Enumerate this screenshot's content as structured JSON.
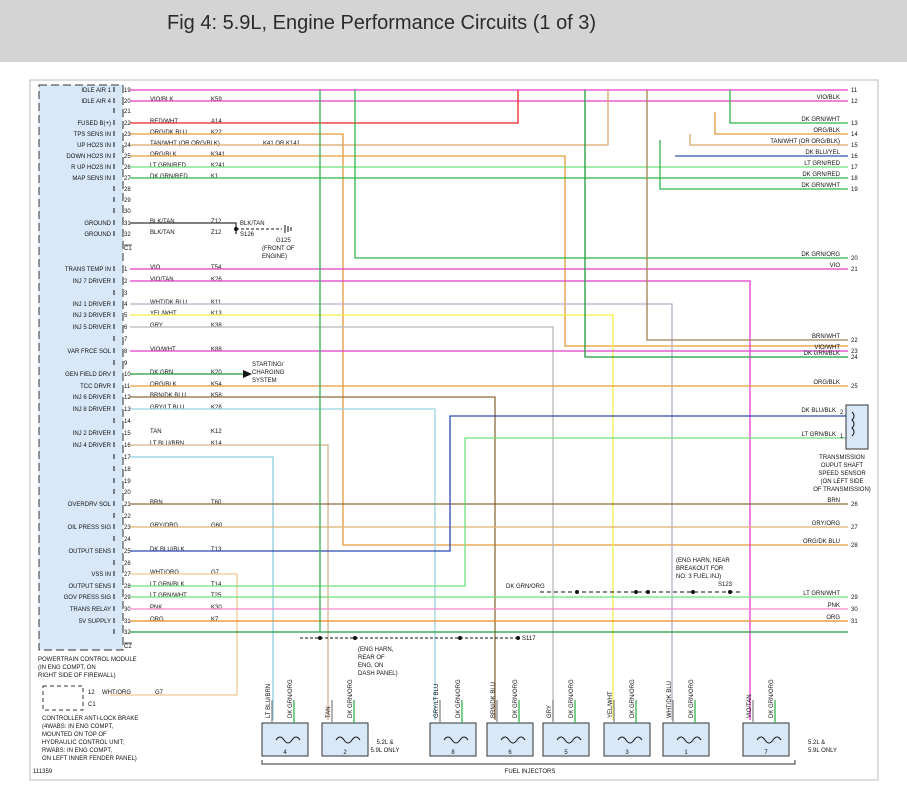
{
  "page_title": "Fig 4: 5.9L, Engine Performance Circuits (1 of 3)",
  "colors": {
    "VIO_BLK": "#e23cc8",
    "VIO": "#e23cc8",
    "RED_WHT": "#ee2222",
    "ORG_DK_BLU": "#e59a3a",
    "TAN_WHT": "#d9a66b",
    "ORG_BLK": "#e59a3a",
    "LT_GRN_RED": "#6fe07a",
    "DK_GRN_RED": "#2fb34a",
    "DK_GRN_WHT": "#2fb34a",
    "DK_GRN_ORG": "#2fb34a",
    "BLK_TAN": "#333333",
    "VIO_TAN": "#e23cc8",
    "WHT_DK_BLU": "#b0b0c8",
    "YEL_WHT": "#f2ee44",
    "GRY": "#b8b8b8",
    "VIO_WHT": "#e23cc8",
    "DK_GRN": "#1f9a3a",
    "BRN_DK_BLU": "#8b6a3a",
    "GRY_LT_BLU": "#9ad4e0",
    "TAN": "#d2b48c",
    "LT_BLU_BRN": "#8ccde0",
    "BRN": "#8b6a3a",
    "GRY_ORG": "#e0b070",
    "DK_BLU_BLK": "#2a4ab0",
    "WHT_ORG": "#f0c890",
    "LT_GRN_BLK": "#6fe07a",
    "LT_GRN_WHT": "#6fe07a",
    "PNK": "#ff88cc",
    "ORG": "#ee8a22",
    "LT_GRN": "#66d06a",
    "BRN_WHT": "#a08050",
    "DK_BLU_YEL": "#3355aa",
    "OUTLINE": "#444444",
    "BOX_FILL": "#d8e8f8"
  },
  "pcm": {
    "title_lines": [
      "POWERTRAIN CONTROL MODULE",
      "(IN ENG COMPT, ON",
      "RIGHT SIDE OF FIREWALL)"
    ],
    "connectors": [
      "C1",
      "C2"
    ],
    "pins": [
      {
        "label": "IDLE AIR 1",
        "pin": "19"
      },
      {
        "label": "IDLE AIR 4",
        "pin": "20",
        "color": "VIO/BLK",
        "circuit": "K59"
      },
      {
        "label": "",
        "pin": "21"
      },
      {
        "label": "FUSED B(+)",
        "pin": "22",
        "color": "RED/WHT",
        "circuit": "A14"
      },
      {
        "label": "TPS SENS IN",
        "pin": "23",
        "color": "ORG/DK BLU",
        "circuit": "K22"
      },
      {
        "label": "UP HO2S IN",
        "pin": "24",
        "color": "TAN/WHT (OR ORG/BLK)",
        "circuit": "K41 OR K141"
      },
      {
        "label": "DOWN HO2S IN",
        "pin": "25",
        "color": "ORG/BLK",
        "circuit": "K341"
      },
      {
        "label": "R UP HO2S IN",
        "pin": "26",
        "color": "LT GRN/RED",
        "circuit": "K241"
      },
      {
        "label": "MAP SENS IN",
        "pin": "27",
        "color": "DK GRN/RED",
        "circuit": "K1"
      },
      {
        "label": "",
        "pin": "28"
      },
      {
        "label": "",
        "pin": "29"
      },
      {
        "label": "",
        "pin": "30"
      },
      {
        "label": "GROUND",
        "pin": "31",
        "color": "BLK/TAN",
        "circuit": "Z12"
      },
      {
        "label": "GROUND",
        "pin": "32",
        "color": "BLK/TAN",
        "circuit": "Z12"
      },
      {
        "label": "TRANS TEMP IN",
        "pin": "1",
        "color": "VIO",
        "circuit": "T54"
      },
      {
        "label": "INJ 7 DRIVER",
        "pin": "2",
        "color": "VIO/TAN",
        "circuit": "K26"
      },
      {
        "label": "",
        "pin": "3"
      },
      {
        "label": "INJ 1 DRIVER",
        "pin": "4",
        "color": "WHT/DK BLU",
        "circuit": "K11"
      },
      {
        "label": "INJ 3 DRIVER",
        "pin": "5",
        "color": "YEL/WHT",
        "circuit": "K13"
      },
      {
        "label": "INJ 5 DRIVER",
        "pin": "6",
        "color": "GRY",
        "circuit": "K38"
      },
      {
        "label": "",
        "pin": "7"
      },
      {
        "label": "VAR FRCE SOL",
        "pin": "8",
        "color": "VIO/WHT",
        "circuit": "K88"
      },
      {
        "label": "",
        "pin": "9"
      },
      {
        "label": "GEN FIELD DRV",
        "pin": "10",
        "color": "DK GRN",
        "circuit": "K20"
      },
      {
        "label": "TCC DRVR",
        "pin": "11",
        "color": "ORG/BLK",
        "circuit": "K54"
      },
      {
        "label": "INJ 6 DRIVER",
        "pin": "12",
        "color": "BRN/DK BLU",
        "circuit": "K58"
      },
      {
        "label": "INJ 8 DRIVER",
        "pin": "13",
        "color": "GRY/LT BLU",
        "circuit": "K28"
      },
      {
        "label": "",
        "pin": "14"
      },
      {
        "label": "INJ 2 DRIVER",
        "pin": "15",
        "color": "TAN",
        "circuit": "K12"
      },
      {
        "label": "INJ 4 DRIVER",
        "pin": "16",
        "color": "LT BLU/BRN",
        "circuit": "K14"
      },
      {
        "label": "",
        "pin": "17"
      },
      {
        "label": "",
        "pin": "18"
      },
      {
        "label": "",
        "pin": "19"
      },
      {
        "label": "",
        "pin": "20"
      },
      {
        "label": "OVERDRV SOL",
        "pin": "21",
        "color": "BRN",
        "circuit": "T60"
      },
      {
        "label": "",
        "pin": "22"
      },
      {
        "label": "OIL PRESS SIG",
        "pin": "23",
        "color": "GRY/ORG",
        "circuit": "G60"
      },
      {
        "label": "",
        "pin": "24"
      },
      {
        "label": "OUTPUT SENS",
        "pin": "25",
        "color": "DK BLU/BLK",
        "circuit": "T13"
      },
      {
        "label": "",
        "pin": "26"
      },
      {
        "label": "VSS IN",
        "pin": "27",
        "color": "WHT/ORG",
        "circuit": "G7"
      },
      {
        "label": "OUTPUT SENS",
        "pin": "28",
        "color": "LT GRN/BLK",
        "circuit": "T14"
      },
      {
        "label": "GOV PRESS SIG",
        "pin": "29",
        "color": "LT GRN/WHT",
        "circuit": "T25"
      },
      {
        "label": "TRANS RELAY",
        "pin": "30",
        "color": "PNK",
        "circuit": "K30"
      },
      {
        "label": "5V SUPPLY",
        "pin": "31",
        "color": "ORG",
        "circuit": "K7"
      },
      {
        "label": "",
        "pin": "32"
      }
    ]
  },
  "ground": {
    "splice": "S126",
    "name": "G125",
    "wire": "BLK/TAN",
    "note_lines": [
      "(FRONT OF",
      "ENGINE)"
    ]
  },
  "starting_charging": [
    "STARTING/",
    "CHARGING",
    "SYSTEM"
  ],
  "right_wires": [
    {
      "num": "11",
      "color": ""
    },
    {
      "num": "12",
      "color": "VIO/BLK"
    },
    {
      "num": "13",
      "color": "DK GRN/WHT"
    },
    {
      "num": "14",
      "color": "ORG/BLK"
    },
    {
      "num": "15",
      "color": "TAN/WHT (OR ORG/BLK)"
    },
    {
      "num": "16",
      "color": "DK BLU/YEL"
    },
    {
      "num": "17",
      "color": "LT GRN/RED"
    },
    {
      "num": "18",
      "color": "DK GRN/RED"
    },
    {
      "num": "19",
      "color": "DK GRN/WHT"
    },
    {
      "num": "20",
      "color": "DK GRN/ORG"
    },
    {
      "num": "21",
      "color": "VIO"
    },
    {
      "num": "22",
      "color": "BRN/WHT"
    },
    {
      "num": "23",
      "color": "VIO/WHT"
    },
    {
      "num": "24",
      "color": "DK GRN/BLK"
    },
    {
      "num": "25",
      "color": "ORG/BLK"
    },
    {
      "num": "26",
      "color": "BRN"
    },
    {
      "num": "27",
      "color": "GRY/ORG"
    },
    {
      "num": "28",
      "color": "ORG/DK BLU"
    },
    {
      "num": "29",
      "color": "LT GRN/WHT"
    },
    {
      "num": "30",
      "color": "PNK"
    },
    {
      "num": "31",
      "color": "ORG"
    }
  ],
  "trans_sensor": {
    "pins": [
      "2",
      "1"
    ],
    "wires": [
      "DK BLU/BLK",
      "LT GRN/BLK"
    ],
    "label_lines": [
      "TRANSMISSION",
      "OUPUT SHAFT",
      "SPEED SENSOR",
      "(ON LEFT SIDE",
      "OF TRANSMISSION)"
    ]
  },
  "splices": {
    "s117": "S117",
    "s117_note": [
      "(ENG HARN,",
      "REAR OF",
      "ENG, ON",
      "DASH PANEL)"
    ],
    "s123": "S123",
    "s123_note": [
      "(ENG HARN, NEAR",
      "BREAKOUT FOR",
      "NO. 3 FUEL INJ)"
    ],
    "dk_grn_org": "DK GRN/ORG"
  },
  "abs": {
    "pin": "12",
    "wire": "WHT/ORG",
    "circuit": "G7",
    "connector": "C1",
    "label_lines": [
      "CONTROLLER ANTI-LOCK BRAKE",
      "(4WABS: IN ENG COMPT,",
      "MOUNTED ON TOP OF",
      "HYDRAULIC CONTROL UNIT;",
      "RWABS: IN ENG COMPT,",
      "ON LEFT INNER FENDER PANEL)"
    ]
  },
  "injectors": {
    "title": "FUEL INJECTORS",
    "note_left": [
      "5.2L &",
      "5.9L ONLY"
    ],
    "note_right": [
      "5.2L &",
      "5.9L ONLY"
    ],
    "items": [
      {
        "num": "4",
        "wires": [
          "LT BLU/BRN",
          "DK GRN/ORG"
        ]
      },
      {
        "num": "2",
        "wires": [
          "TAN",
          "DK GRN/ORG"
        ]
      },
      {
        "num": "8",
        "wires": [
          "GRY/LT BLU",
          "DK GRN/ORG"
        ]
      },
      {
        "num": "6",
        "wires": [
          "BRN/DK BLU",
          "DK GRN/ORG"
        ]
      },
      {
        "num": "5",
        "wires": [
          "GRY",
          "DK GRN/ORG"
        ]
      },
      {
        "num": "3",
        "wires": [
          "YEL/WHT",
          "DK GRN/ORG"
        ]
      },
      {
        "num": "1",
        "wires": [
          "WHT/DK BLU",
          "DK GRN/ORG"
        ]
      },
      {
        "num": "7",
        "wires": [
          "VIO/TAN",
          "DK GRN/ORG"
        ]
      }
    ]
  },
  "figure_id": "111359"
}
